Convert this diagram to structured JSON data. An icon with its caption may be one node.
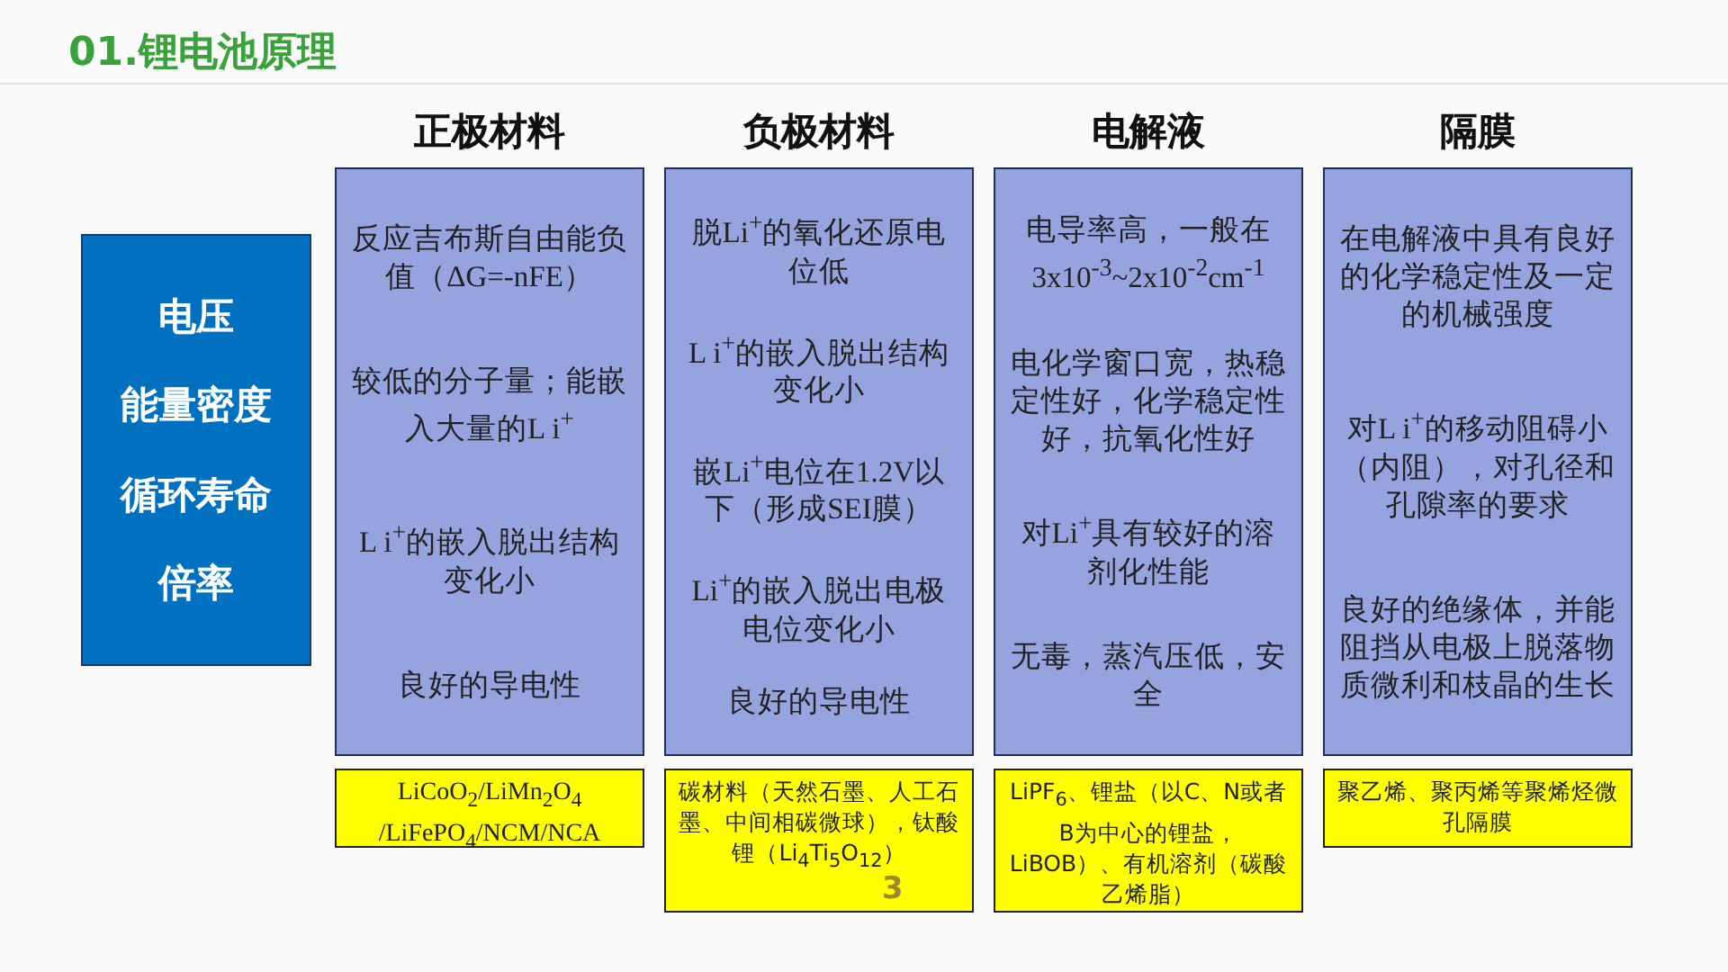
{
  "diagram": {
    "title": "01.锂电池原理",
    "nodes": [
      {
        "text": [
          "电压",
          "能量密度",
          "循环寿命",
          "倍率"
        ]
      },
      {
        "text": [
          "正极材料",
          "反应吉布斯自由能负值（ΔG=-nFE）",
          "较低的分子量；能嵌入大量的L i$^{+}$",
          "L i$^{+}$的嵌入脱出结构变化小",
          "良好的导电性"
        ]
      },
      {
        "text": [
          "负极材料",
          "脱Li$^{+}$的氧化还原电位低",
          "L i$^{+}$的嵌入脱出结构变化小",
          "嵌Li$^{+}$电位在1.2V以下（形成SEI膜）",
          "Li$^{+}$的嵌入脱出电极电位变化小",
          "良好的导电性"
        ]
      },
      {
        "text": [
          "电解液",
          "电导率高，一般在3x10$^{-3}$~2x10$^{-2}$cm$^{-1}$",
          "电化学窗口宽，热稳定性好，化学稳定性好，抗氧化性好",
          "对Li$^{+}$具有较好的溶剂化性能",
          "无毒，蒸汽压低，安全"
        ]
      },
      {
        "text": [
          "隔膜",
          "在电解液中具有良好的化学稳定性及一定的机械强度",
          "对L i$^{+}$的移动阻碍小（内阻），对孔径和孔隙率的要求",
          "良好的绝缘体，并能阻挡从电极上脱落物质微利和枝晶的生长"
        ]
      },
      {
        "text": [
          "LiCoO$_{2}$/LiMn$_{2}$O$_{4}$ /LiFePO$_{4}$/NCM/NCA"
        ]
      },
      {
        "text": [
          "碳材料（天然石墨、人工石墨、中间相碳微球），钛酸锂（Li$_{4}$Ti$_{5}$O$_{12}$）"
        ]
      },
      {
        "text": [
          "LiPF$_{6}$、锂盐（以C、N或者B为中心的锂盐，LiBOB）、有机溶剂（碳酸乙烯脂）"
        ]
      },
      {
        "text": [
          "聚乙烯、聚丙烯等聚烯烃微孔隔膜"
        ]
      }
    ],
    "labels": [
      "3"
    ]
  }
}
